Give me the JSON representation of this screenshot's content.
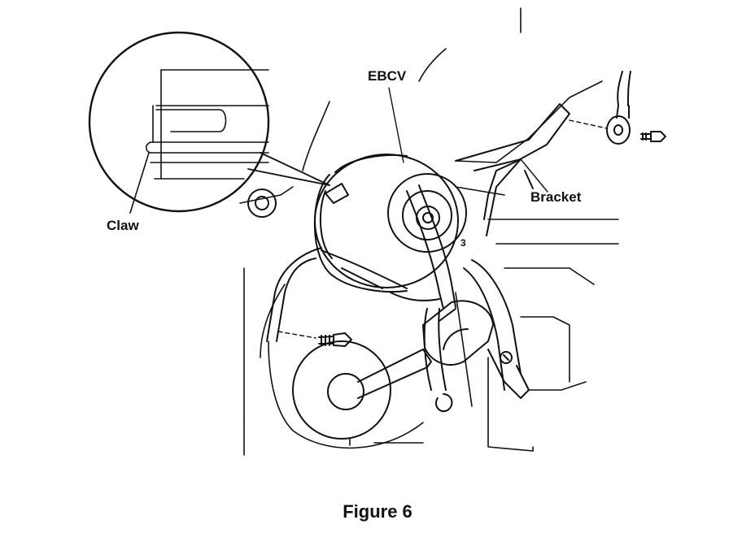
{
  "labels": {
    "ebcv": "EBCV",
    "bracket": "Bracket",
    "claw": "Claw",
    "part_number": "3"
  },
  "caption": "Figure 6"
}
